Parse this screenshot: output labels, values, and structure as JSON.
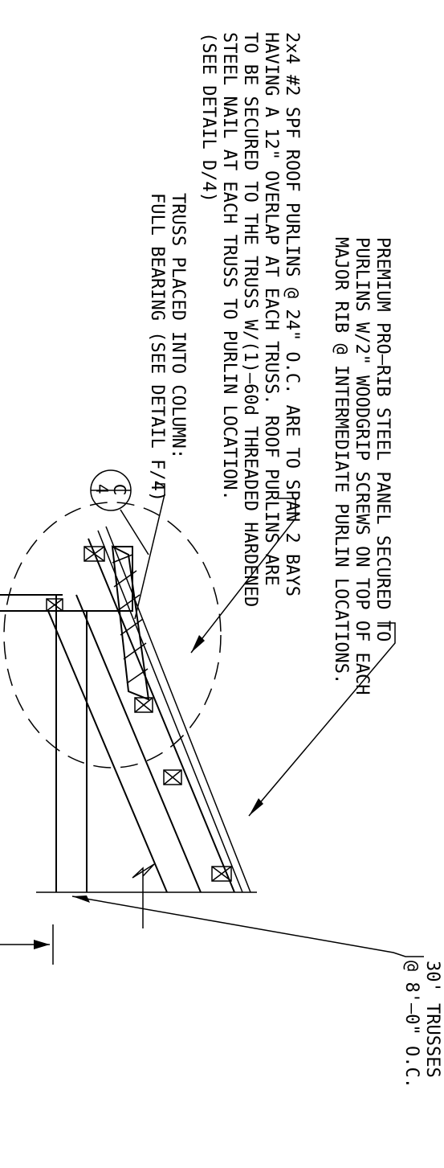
{
  "notes": {
    "panel": [
      "PREMIUM PRO–RIB STEEL PANEL SECURED TO",
      "PURLINS W/2\" WOODGRIP SCREWS ON TOP OF EACH",
      "MAJOR RIB @ INTERMEDIATE PURLIN LOCATIONS."
    ],
    "purlins": [
      "2x4 #2 SPF ROOF PURLINS @ 24\" O.C. ARE TO SPAN 2 BAYS",
      "HAVING A 12\" OVERLAP AT EACH TRUSS. ROOF PURLINS ARE",
      "TO BE SECURED TO THE TRUSS W/(1)–60d THREADED HARDENED",
      "STEEL NAIL AT EACH TRUSS TO PURLIN LOCATION.",
      "(SEE DETAIL D/4)"
    ],
    "truss_bearing": [
      "TRUSS PLACED INTO COLUMN:",
      "FULL BEARING (SEE DETAIL F/4)"
    ],
    "trusses": [
      "30' TRUSSES",
      "@ 8'–0\" O.C."
    ]
  },
  "detail_bubble": {
    "detail": "C",
    "sheet": "4"
  }
}
